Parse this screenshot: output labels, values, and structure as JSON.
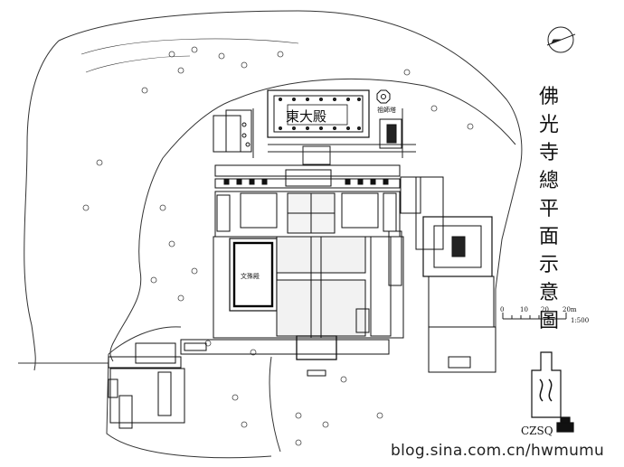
{
  "title": "佛光寺總平面示意圖",
  "labels": {
    "east_hall": "東大殿",
    "pagoda": "祖師塔",
    "wenshu_hall": "文殊殿",
    "scale_unit": "20m",
    "scale_ratio": "1:500"
  },
  "scale_ticks": [
    "0",
    "10",
    "20"
  ],
  "logo": "CZSQ",
  "watermark": "blog.sina.com.cn/hwmumu"
}
